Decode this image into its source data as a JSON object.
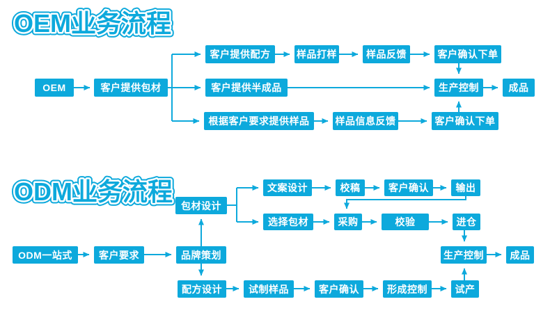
{
  "colors": {
    "accent": "#0da9dc",
    "node_text": "#ffffff",
    "background": "#ffffff"
  },
  "oem": {
    "title": "OEM业务流程",
    "nodes": {
      "start": "OEM",
      "package": "客户提供包材",
      "r1a": "客户提供配方",
      "r1b": "样品打样",
      "r1c": "样品反馈",
      "r1d": "客户确认下单",
      "r2a": "客户提供半成品",
      "production": "生产控制",
      "finished": "成品",
      "r3a": "根据客户要求提供样品",
      "r3b": "样品信息反馈",
      "r3c": "客户确认下单"
    }
  },
  "odm": {
    "title": "ODM业务流程",
    "nodes": {
      "start": "ODM一站式",
      "requirement": "客户要求",
      "branding": "品牌策划",
      "package_design": "包材设计",
      "r1a": "文案设计",
      "r1b": "校稿",
      "r1c": "客户确认",
      "r1d": "输出",
      "r2a": "选择包材",
      "r2b": "采购",
      "r2c": "校验",
      "r2d": "进仓",
      "production": "生产控制",
      "finished": "成品",
      "r3a": "配方设计",
      "r3b": "试制样品",
      "r3c": "客户确认",
      "r3d": "形成控制",
      "r3e": "试产"
    }
  }
}
